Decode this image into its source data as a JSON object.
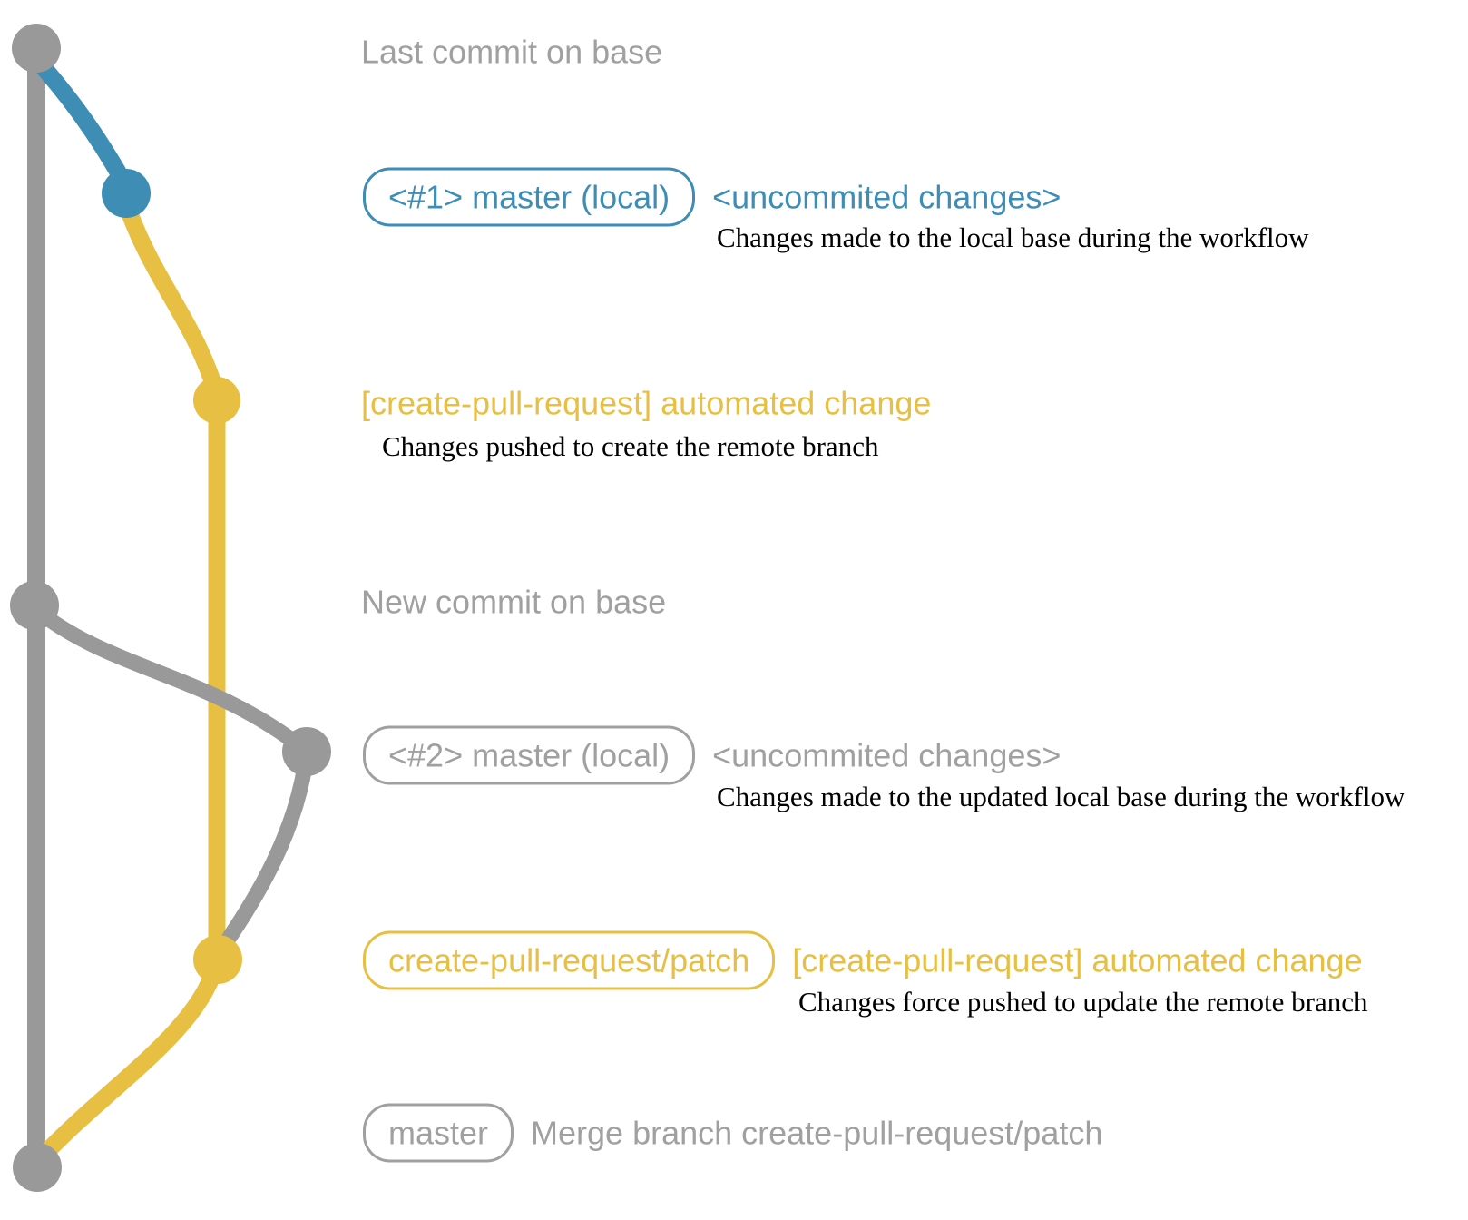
{
  "colors": {
    "gray_line": "#999999",
    "gray_text": "#a0a0a0",
    "blue": "#3e8db5",
    "yellow": "#e7c043",
    "black": "#000000"
  },
  "annotations": {
    "last_commit": {
      "label": "Last commit on base"
    },
    "local_1": {
      "pill": "<#1> master (local)",
      "note": "<uncommited changes>",
      "desc": "Changes made to the local base during the workflow"
    },
    "push_1": {
      "label": "[create-pull-request] automated change",
      "desc": "Changes pushed to create the remote branch"
    },
    "new_commit": {
      "label": "New commit on base"
    },
    "local_2": {
      "pill": "<#2> master (local)",
      "note": "<uncommited changes>",
      "desc": "Changes made to the updated local base during the workflow"
    },
    "push_2": {
      "pill": "create-pull-request/patch",
      "note": "[create-pull-request] automated change",
      "desc": "Changes force pushed to update the remote branch"
    },
    "merge": {
      "pill": "master",
      "note": "Merge branch create-pull-request/patch"
    }
  },
  "graph": {
    "branches": [
      "base (master)",
      "master (local)",
      "create-pull-request/patch"
    ],
    "commits": [
      {
        "id": "last-commit-on-base",
        "branch": "base (master)",
        "color": "gray"
      },
      {
        "id": "uncommited-changes-1",
        "branch": "master (local)",
        "color": "blue"
      },
      {
        "id": "automated-change-1",
        "branch": "create-pull-request/patch",
        "color": "yellow"
      },
      {
        "id": "new-commit-on-base",
        "branch": "base (master)",
        "color": "gray"
      },
      {
        "id": "uncommited-changes-2",
        "branch": "master (local)",
        "color": "gray"
      },
      {
        "id": "automated-change-2",
        "branch": "create-pull-request/patch",
        "color": "yellow"
      },
      {
        "id": "merge-commit",
        "branch": "base (master)",
        "color": "gray"
      }
    ]
  }
}
